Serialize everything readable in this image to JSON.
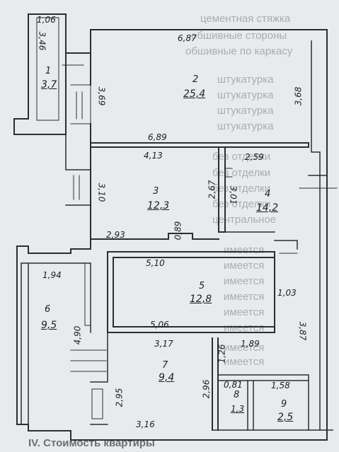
{
  "background_notes": {
    "lines": [
      "цементная стяжка",
      "обшивные стороны",
      "обшивные по каркасу",
      "штукатурка",
      "штукатурка",
      "штукатурка",
      "штукатурка",
      "без отделки",
      "без отделки",
      "без отделки",
      "без отделки",
      "центральное",
      "имеется",
      "имеется",
      "имеется",
      "имеется",
      "имеется",
      "имеется",
      "имеется",
      "имеется"
    ],
    "footer": "IV. Стоимость квартиры"
  },
  "rooms": [
    {
      "number": "1",
      "area": "3,7"
    },
    {
      "number": "2",
      "area": "25,4"
    },
    {
      "number": "3",
      "area": "12,3"
    },
    {
      "number": "4",
      "area": "14,2"
    },
    {
      "number": "5",
      "area": "12,8"
    },
    {
      "number": "6",
      "area": "9,5"
    },
    {
      "number": "7",
      "area": "9,4"
    },
    {
      "number": "8",
      "area": "1,3"
    },
    {
      "number": "9",
      "area": "2,5"
    }
  ],
  "dimensions": {
    "d_106": "1,06",
    "d_346": "3,46",
    "d_687": "6,87",
    "d_369": "3,69",
    "d_368": "3,68",
    "d_689": "6,89",
    "d_413": "4,13",
    "d_259": "2,59",
    "d_310": "3,10",
    "d_267": "2,67",
    "d_301": "3,01",
    "d_293": "2,93",
    "d_089": "0,89",
    "d_510": "5,10",
    "d_194": "1,94",
    "d_103": "1,03",
    "d_490": "4,90",
    "d_506": "5,06",
    "d_387": "3,87",
    "d_317": "3,17",
    "d_189": "1,89",
    "d_126": "1,26",
    "d_081": "0,81",
    "d_158": "1,58",
    "d_295": "2,95",
    "d_296": "2,96",
    "d_316": "3,16"
  }
}
